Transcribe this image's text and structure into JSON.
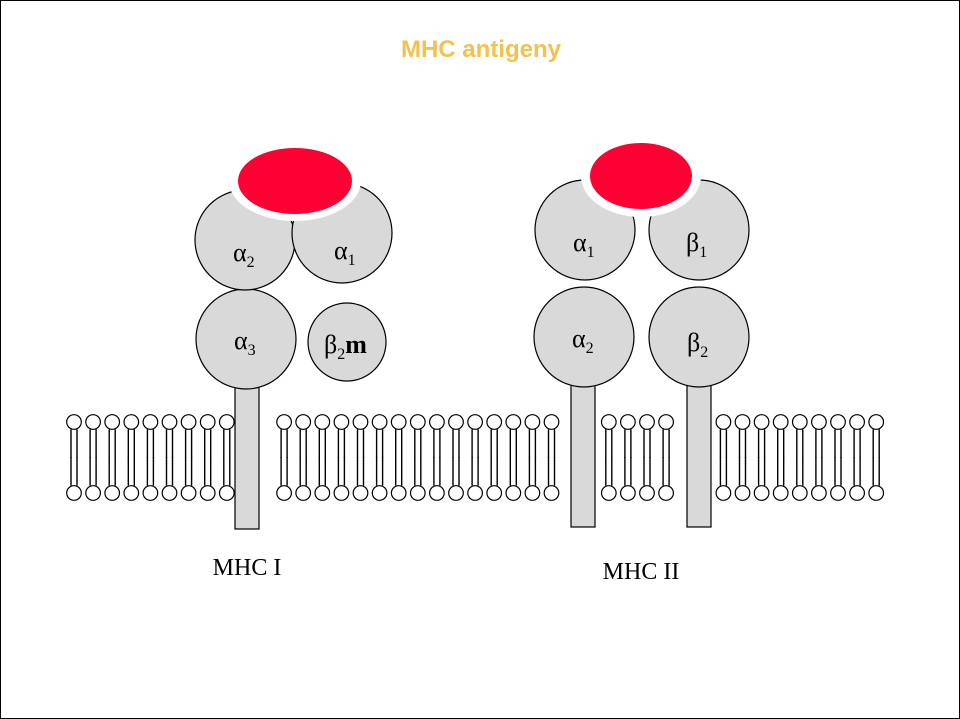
{
  "title": "MHC antigeny",
  "colors": {
    "title": "#f2c14e",
    "domain_fill": "#d9d9d9",
    "peptide": "#ff0033",
    "outline": "#000000"
  },
  "mhc1": {
    "caption": "MHC I",
    "domains": {
      "alpha2": {
        "letter": "α",
        "sub": "2"
      },
      "alpha1": {
        "letter": "α",
        "sub": "1"
      },
      "alpha3": {
        "letter": "α",
        "sub": "3"
      },
      "b2m": {
        "letter": "β",
        "sub": "2",
        "suffix": "m"
      }
    }
  },
  "mhc2": {
    "caption": "MHC II",
    "domains": {
      "alpha1": {
        "letter": "α",
        "sub": "1"
      },
      "beta1": {
        "letter": "β",
        "sub": "1"
      },
      "alpha2": {
        "letter": "α",
        "sub": "2"
      },
      "beta2": {
        "letter": "β",
        "sub": "2"
      }
    }
  }
}
